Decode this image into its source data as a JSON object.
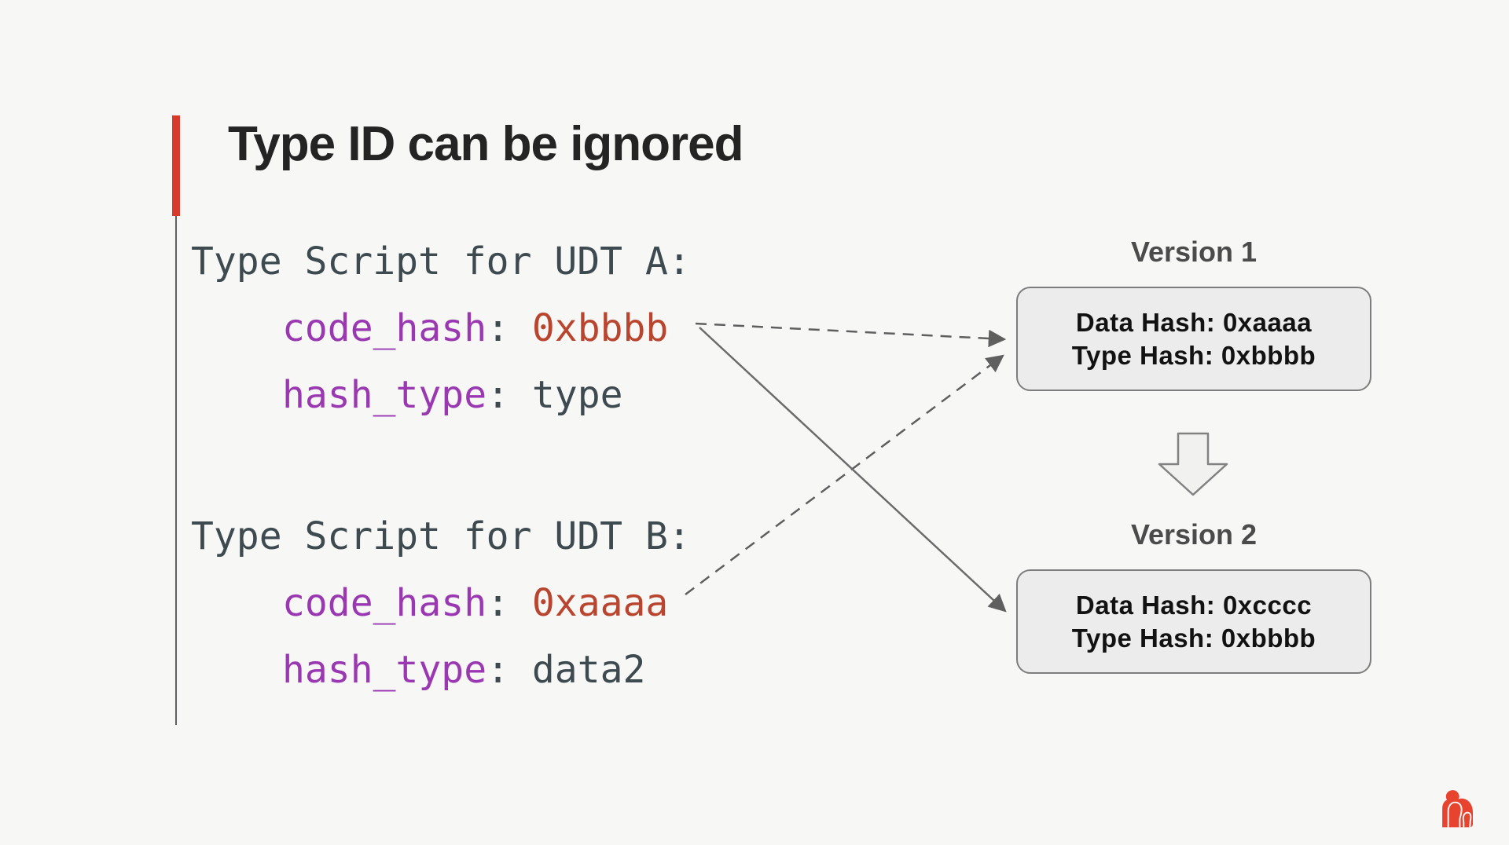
{
  "slide": {
    "title": "Type ID can be ignored",
    "background_color": "#f7f7f6",
    "accent_color": "#d93a2b"
  },
  "code": {
    "block_a_header": "Type Script for UDT A:",
    "block_a": [
      {
        "key": "code_hash",
        "sep": ": ",
        "value": "0xbbbb"
      },
      {
        "key": "hash_type",
        "sep": ": ",
        "value": "type"
      }
    ],
    "block_b_header": "Type Script for UDT B:",
    "block_b": [
      {
        "key": "code_hash",
        "sep": ": ",
        "value": "0xaaaa"
      },
      {
        "key": "hash_type",
        "sep": ": ",
        "value": "data2"
      }
    ],
    "colors": {
      "default": "#3d4a50",
      "keyword": "#9a38b2",
      "hash_value": "#b9452f"
    }
  },
  "versions": {
    "v1": {
      "label": "Version 1",
      "data_hash": "Data Hash: 0xaaaa",
      "type_hash": "Type Hash: 0xbbbb"
    },
    "v2": {
      "label": "Version 2",
      "data_hash": "Data Hash: 0xcccc",
      "type_hash": "Type Hash: 0xbbbb"
    },
    "box_fill": "#ececec",
    "box_border": "#7d7d7d"
  },
  "arrows": {
    "color": "#5f5f5f",
    "items": [
      {
        "from": "udt-a-code-hash",
        "to": "version-1-box",
        "style": "dashed"
      },
      {
        "from": "udt-b-code-hash",
        "to": "version-1-box",
        "style": "dashed"
      },
      {
        "from": "udt-a-code-hash",
        "to": "version-2-box",
        "style": "solid"
      },
      {
        "from": "version-1-box",
        "to": "version-2-box",
        "style": "block-down-arrow"
      }
    ]
  },
  "logo": {
    "name": "gorilla-logo",
    "color": "#e8432e"
  }
}
